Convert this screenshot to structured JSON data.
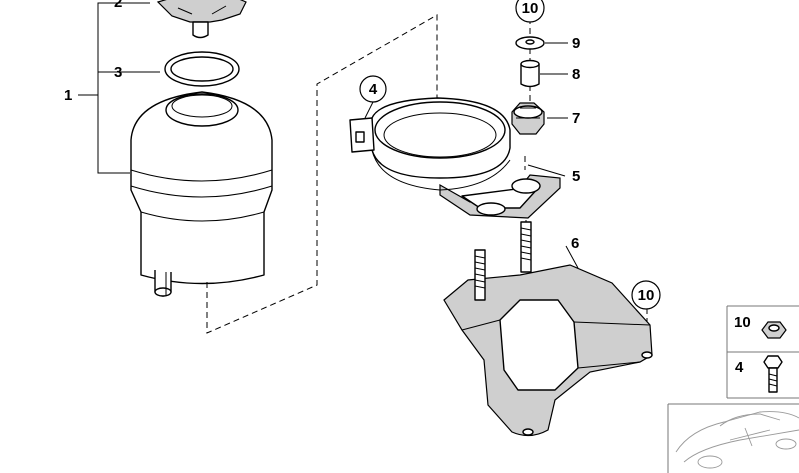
{
  "callouts": {
    "c1": "1",
    "c2": "2",
    "c3": "3",
    "c4": "4",
    "c5": "5",
    "c6": "6",
    "c7": "7",
    "c8": "8",
    "c9": "9",
    "c10_top": "10",
    "c10_bracket": "10"
  },
  "legend": {
    "nut_label": "10",
    "bolt_label": "4"
  }
}
